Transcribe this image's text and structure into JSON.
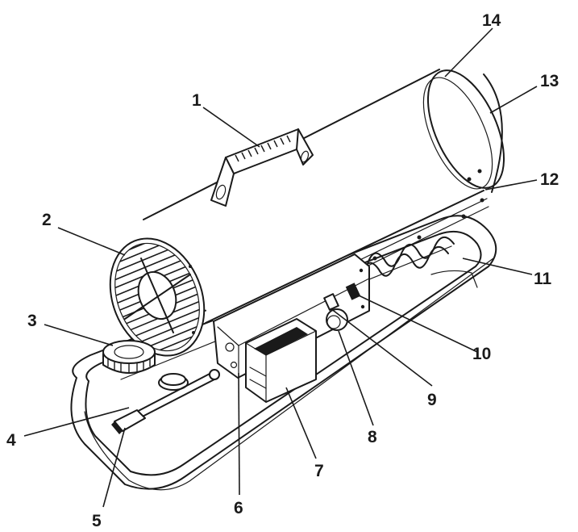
{
  "diagram": {
    "parts": [
      {
        "id": "1",
        "label": "1"
      },
      {
        "id": "2",
        "label": "2"
      },
      {
        "id": "3",
        "label": "3"
      },
      {
        "id": "4",
        "label": "4"
      },
      {
        "id": "5",
        "label": "5"
      },
      {
        "id": "6",
        "label": "6"
      },
      {
        "id": "7",
        "label": "7"
      },
      {
        "id": "8",
        "label": "8"
      },
      {
        "id": "9",
        "label": "9"
      },
      {
        "id": "10",
        "label": "10"
      },
      {
        "id": "11",
        "label": "11"
      },
      {
        "id": "12",
        "label": "12"
      },
      {
        "id": "13",
        "label": "13"
      },
      {
        "id": "14",
        "label": "14"
      }
    ],
    "colors": {
      "line": "#1a1a1a",
      "background": "#ffffff"
    }
  }
}
